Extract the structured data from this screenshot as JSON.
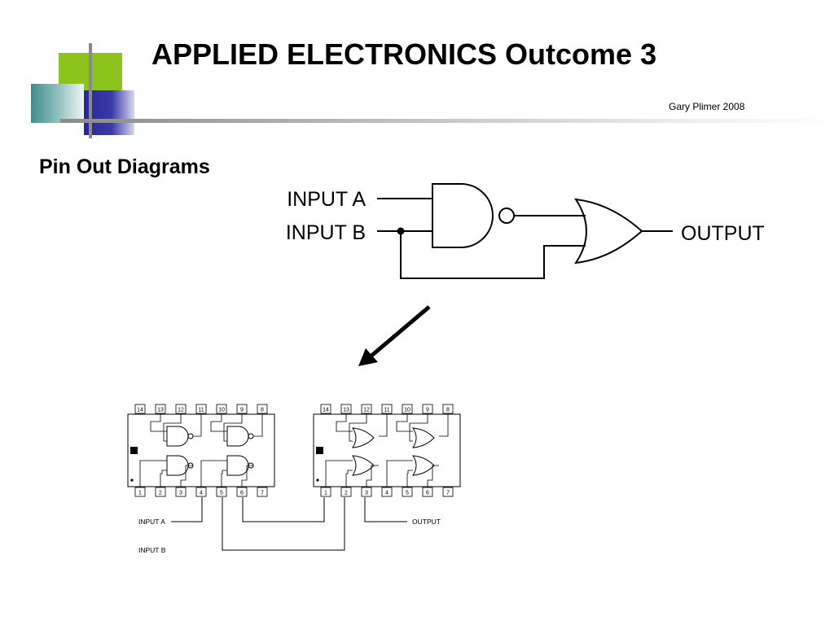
{
  "slide": {
    "title": "APPLIED ELECTRONICS Outcome 3",
    "author": "Gary Plimer 2008",
    "subtitle": "Pin Out Diagrams"
  },
  "logic_diagram": {
    "input_a": "INPUT A",
    "input_b": "INPUT B",
    "output": "OUTPUT"
  },
  "pinout_diagram": {
    "top_pins": [
      "14",
      "13",
      "12",
      "11",
      "10",
      "9",
      "8"
    ],
    "bottom_pins": [
      "1",
      "2",
      "3",
      "4",
      "5",
      "6",
      "7"
    ],
    "input_a": "INPUT A",
    "input_b": "INPUT B",
    "output": "OUTPUT"
  }
}
